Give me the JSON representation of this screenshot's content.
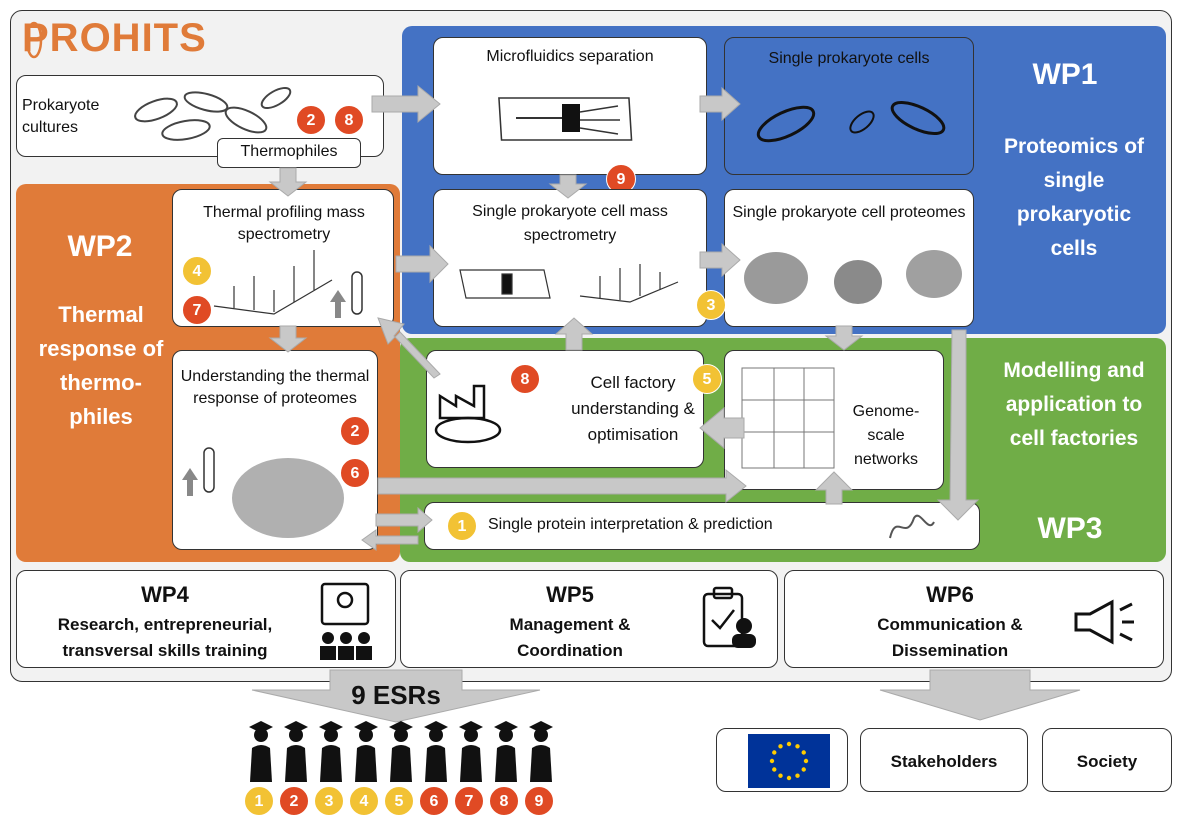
{
  "logo": "PROHITS",
  "colors": {
    "wp1": "#4472c4",
    "wp2": "#e07b39",
    "wp3": "#70ad47",
    "red_badge": "#e04a24",
    "yellow_badge": "#f2c234",
    "frame": "#f2f2f2"
  },
  "wp1": {
    "label": "WP1",
    "title": "Proteomics of single prokaryotic cells"
  },
  "wp2": {
    "label": "WP2",
    "title": "Thermal response of thermo-philes"
  },
  "wp3": {
    "label": "WP3",
    "title": "Modelling and application to cell factories"
  },
  "boxes": {
    "prokaryote_cultures": "Prokaryote cultures",
    "thermophiles": "Thermophiles",
    "microfluidics": "Microfluidics separation",
    "single_cells": "Single prokaryote cells",
    "thermal_profiling": "Thermal profiling mass spectrometry",
    "single_ms": "Single prokaryote cell mass spectrometry",
    "single_proteomes": "Single prokaryote cell proteomes",
    "understanding": "Understanding the thermal response of proteomes",
    "cell_factory": "Cell factory understanding & optimisation",
    "genome_scale": "Genome-scale networks",
    "single_protein": "Single protein interpretation & prediction"
  },
  "badges": {
    "cultures_a": "2",
    "cultures_b": "8",
    "micro": "9",
    "thermal_a": "4",
    "thermal_b": "7",
    "proteomes": "3",
    "understanding_a": "2",
    "understanding_b": "6",
    "factory_a": "8",
    "factory_b": "5",
    "protein": "1"
  },
  "bottom": {
    "wp4_label": "WP4",
    "wp4_text": "Research, entrepreneurial, transversal skills training",
    "wp5_label": "WP5",
    "wp5_text": "Management & Coordination",
    "wp6_label": "WP6",
    "wp6_text": "Communication & Dissemination"
  },
  "esrs": {
    "title": "9 ESRs",
    "numbers": [
      "1",
      "2",
      "3",
      "4",
      "5",
      "6",
      "7",
      "8",
      "9"
    ]
  },
  "outputs": {
    "stakeholders": "Stakeholders",
    "society": "Society"
  }
}
